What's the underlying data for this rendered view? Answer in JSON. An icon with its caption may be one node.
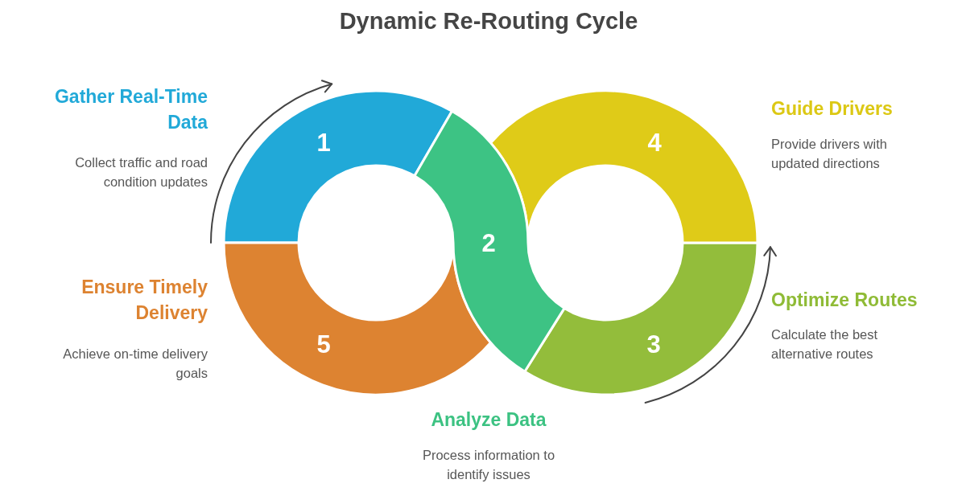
{
  "diagram": {
    "title": "Dynamic Re-Routing Cycle",
    "nodes": [
      {
        "text": [
          "1"
        ],
        "beside": [
          "Gather Real-Time Data",
          "Collect traffic and road condition updates"
        ]
      },
      {
        "text": [
          "2"
        ],
        "beside": [
          "Analyze Data",
          "Process information to identify issues"
        ]
      },
      {
        "text": [
          "3"
        ],
        "beside": [
          "Optimize Routes",
          "Calculate the best alternative routes"
        ]
      },
      {
        "text": [
          "4"
        ],
        "beside": [
          "Guide Drivers",
          "Provide drivers with updated directions"
        ]
      },
      {
        "text": [
          "5"
        ],
        "beside": [
          "Ensure Timely Delivery",
          "Achieve on-time delivery goals"
        ]
      }
    ]
  }
}
